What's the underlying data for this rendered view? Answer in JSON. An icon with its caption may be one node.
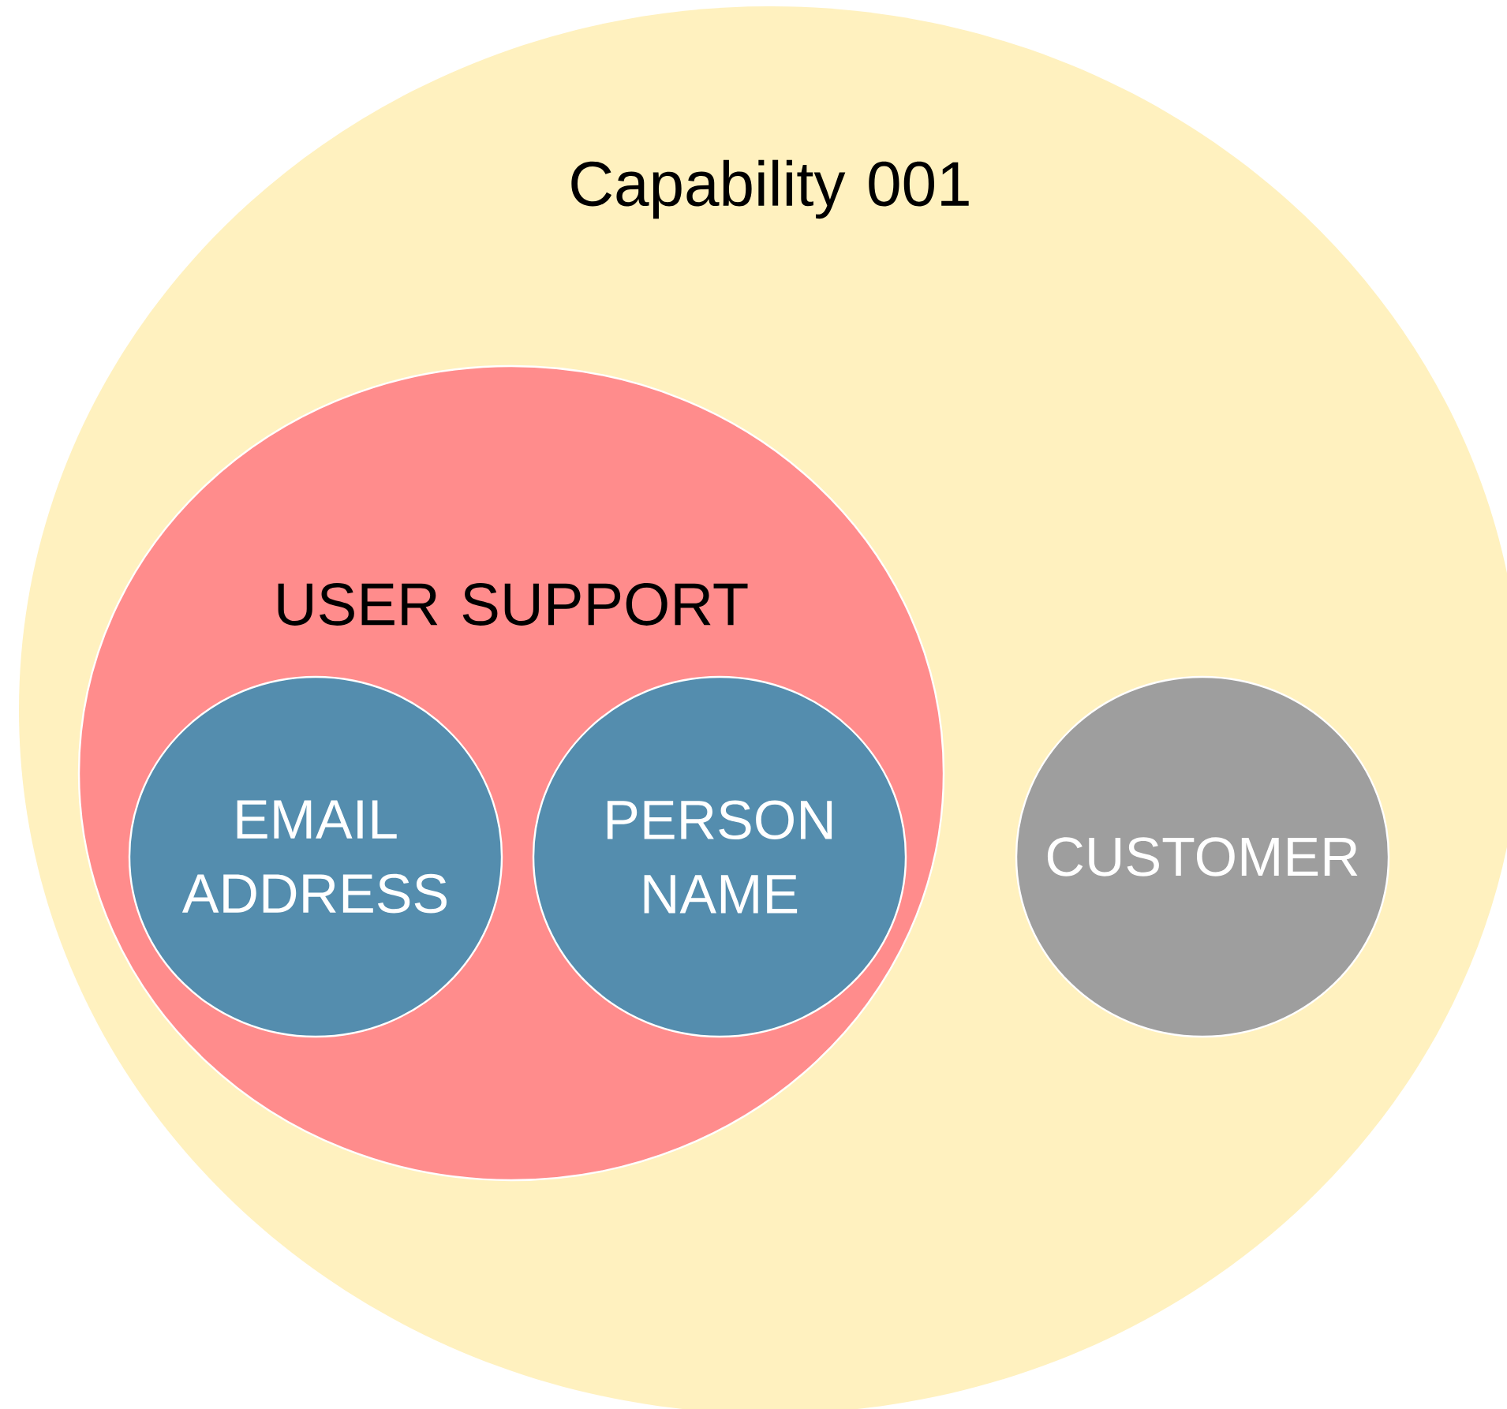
{
  "diagram": {
    "nodes": [
      {
        "text": [
          "Capability 001"
        ]
      },
      {
        "text": [
          "USER SUPPORT"
        ],
        "in": 0
      },
      {
        "text": [
          "EMAIL ADDRESS"
        ],
        "in": 1
      },
      {
        "text": [
          "PERSON NAME"
        ],
        "in": 1
      },
      {
        "text": [
          "CUSTOMER"
        ],
        "in": 0
      }
    ]
  }
}
